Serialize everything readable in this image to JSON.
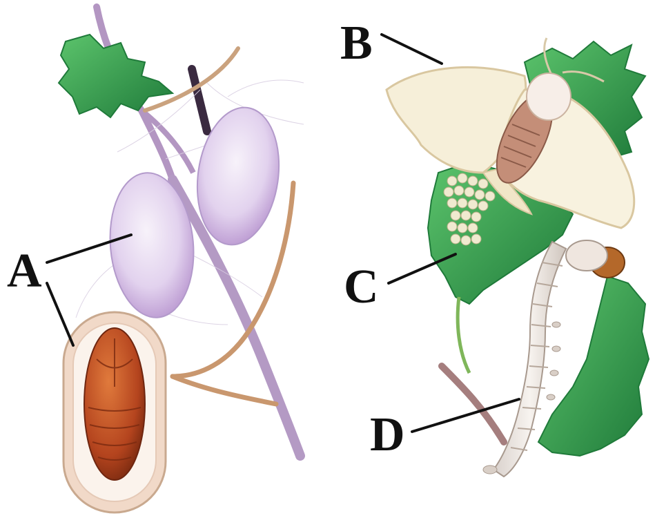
{
  "labels": {
    "a": "A",
    "b": "B",
    "c": "C",
    "d": "D"
  },
  "colors": {
    "leaf": "#3fae5a",
    "leaf_dark": "#1f7a3a",
    "cocoon": "#d8c4e6",
    "pupa": "#b4441e",
    "twig": "#b58a6a",
    "moth_wing": "#f6efd9",
    "larva": "#eee7e2"
  }
}
